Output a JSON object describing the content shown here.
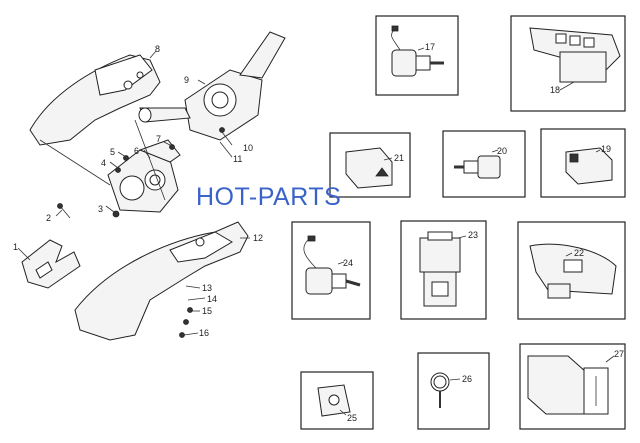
{
  "watermark": "HOT-PARTS",
  "callouts": {
    "c1": "1",
    "c2": "2",
    "c3": "3",
    "c4": "4",
    "c5": "5",
    "c6": "6",
    "c7": "7",
    "c8": "8",
    "c9": "9",
    "c10": "10",
    "c11": "11",
    "c12": "12",
    "c13": "13",
    "c14": "14",
    "c15": "15",
    "c16": "16",
    "c17": "17",
    "c18": "18",
    "c19": "19",
    "c20": "20",
    "c21": "21",
    "c22": "22",
    "c23": "23",
    "c24": "24",
    "c25": "25",
    "c26": "26",
    "c27": "27"
  },
  "colors": {
    "watermark": "#3a63c9",
    "line": "#222222"
  }
}
